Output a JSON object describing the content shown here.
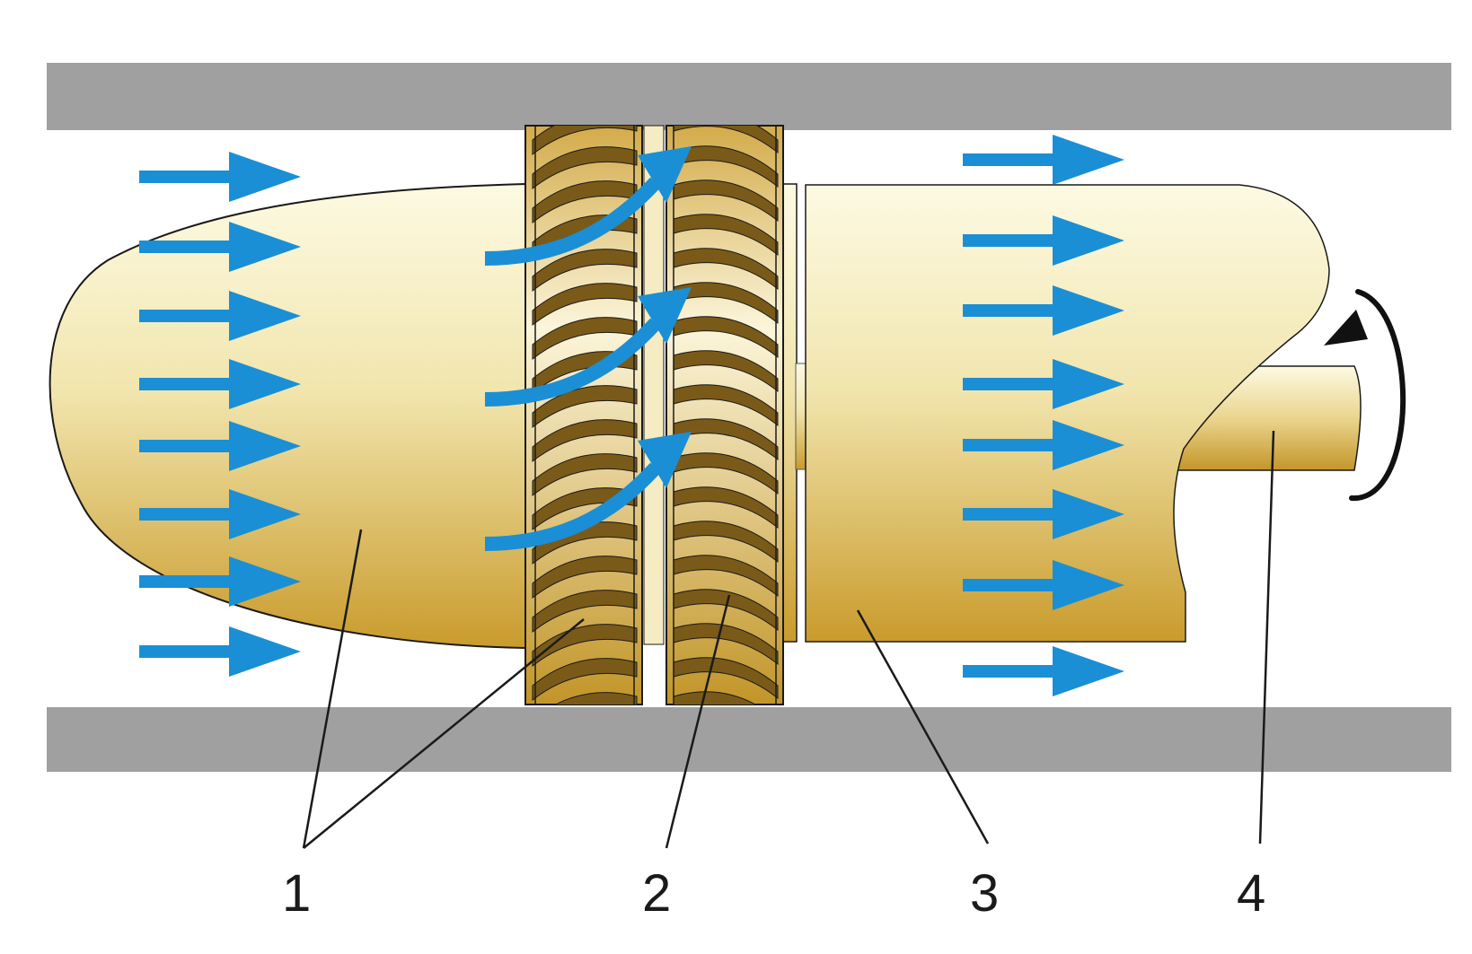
{
  "labels": [
    {
      "id": "1",
      "text": "1"
    },
    {
      "id": "2",
      "text": "2"
    },
    {
      "id": "3",
      "text": "3"
    },
    {
      "id": "4",
      "text": "4"
    }
  ],
  "colors": {
    "wall": "#a0a0a0",
    "flow_arrow": "#1a8fd6",
    "body_light": "#fdfae3",
    "body_mid": "#ead891",
    "body_dark": "#c79b2b",
    "blade_dark": "#7a5a19",
    "outline": "#1a1a1a"
  },
  "icons": {
    "flow": "arrow-right-icon",
    "rotation": "rotation-arrow-icon"
  }
}
